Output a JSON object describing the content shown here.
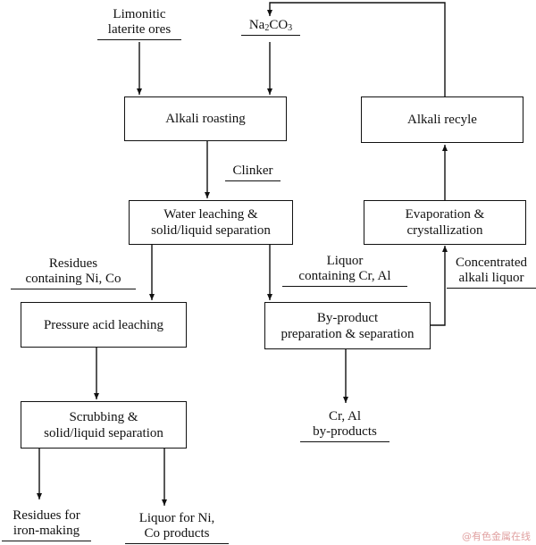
{
  "inputs": {
    "ore": [
      "Limonitic",
      "laterite ores"
    ],
    "reagent": {
      "base": "Na",
      "sub1": "2",
      "mid": "CO",
      "sub2": "3"
    }
  },
  "boxes": {
    "alkali_roasting": [
      "Alkali roasting"
    ],
    "water_leaching": [
      "Water leaching &",
      "solid/liquid separation"
    ],
    "pressure_acid_leaching": [
      "Pressure acid leaching"
    ],
    "scrubbing": [
      "Scrubbing &",
      "solid/liquid separation"
    ],
    "byproduct_prep": [
      "By-product",
      "preparation & separation"
    ],
    "evaporation": [
      "Evaporation &",
      "crystallization"
    ],
    "alkali_recycle": [
      "Alkali recyle"
    ]
  },
  "labels": {
    "clinker": "Clinker",
    "residues_ni_co": [
      "Residues",
      "containing Ni, Co"
    ],
    "liquor_cr_al": [
      "Liquor",
      "containing Cr, Al"
    ],
    "concentrated_liquor": [
      "Concentrated",
      "alkali liquor"
    ],
    "cr_al_products": [
      "Cr, Al",
      "by-products"
    ],
    "residues_iron": [
      "Residues for",
      "iron-making"
    ],
    "liquor_ni_co": [
      "Liquor for Ni,",
      "Co products"
    ]
  },
  "watermark": "@有色金属在线"
}
